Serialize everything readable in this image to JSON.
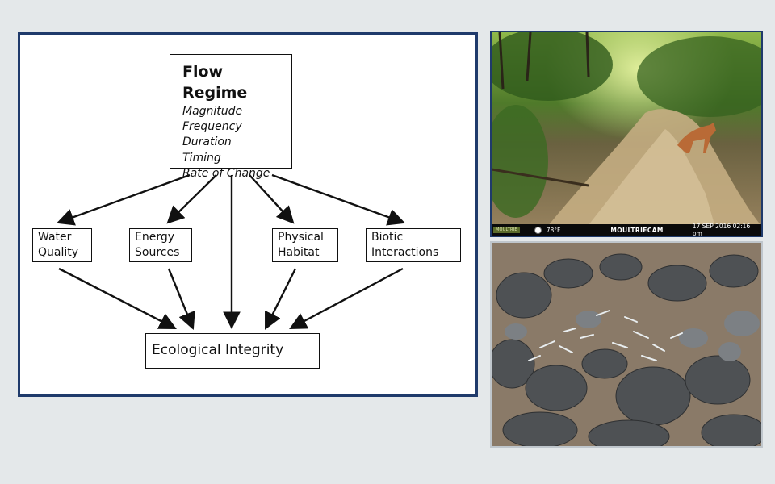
{
  "diagram": {
    "flow_regime": {
      "title": "Flow Regime",
      "attributes": [
        "Magnitude",
        "Frequency",
        "Duration",
        "Timing",
        "Rate of Change"
      ]
    },
    "factors": [
      {
        "line1": "Water",
        "line2": "Quality"
      },
      {
        "line1": "Energy",
        "line2": "Sources"
      },
      {
        "line1": "Physical",
        "line2": "Habitat"
      },
      {
        "line1": "Biotic",
        "line2": "Interactions"
      }
    ],
    "outcome": "Ecological Integrity"
  },
  "trail_camera": {
    "logo": "MOULTRIE",
    "temperature": "78°F",
    "brand": "MOULTRIECAM",
    "datetime": "17 SEP 2016  02:16 pm"
  },
  "icons": {
    "moon_phase": "moon-icon",
    "arrow": "arrow-icon"
  },
  "colors": {
    "panel_border": "#1f3a6b",
    "background": "#e4e8ea"
  }
}
